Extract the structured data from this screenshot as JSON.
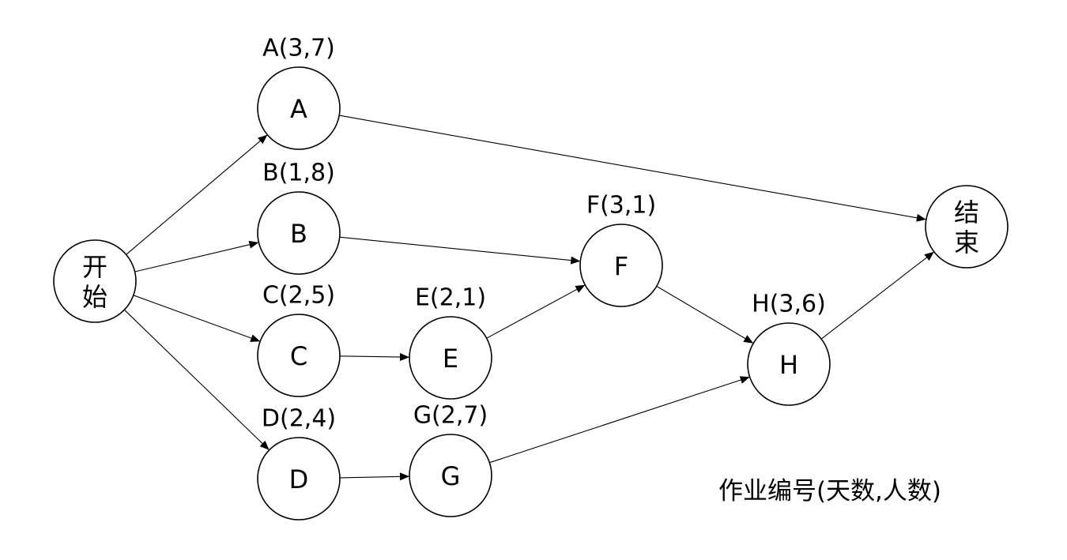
{
  "diagram": {
    "nodes": {
      "start": {
        "label_line1": "开",
        "label_line2": "始"
      },
      "A": {
        "label": "A",
        "annotation": "A(3,7)"
      },
      "B": {
        "label": "B",
        "annotation": "B(1,8)"
      },
      "C": {
        "label": "C",
        "annotation": "C(2,5)"
      },
      "D": {
        "label": "D",
        "annotation": "D(2,4)"
      },
      "E": {
        "label": "E",
        "annotation": "E(2,1)"
      },
      "F": {
        "label": "F",
        "annotation": "F(3,1)"
      },
      "G": {
        "label": "G",
        "annotation": "G(2,7)"
      },
      "H": {
        "label": "H",
        "annotation": "H(3,6)"
      },
      "end": {
        "label_line1": "结",
        "label_line2": "束"
      }
    },
    "edges": [
      {
        "from": "start",
        "to": "A"
      },
      {
        "from": "start",
        "to": "B"
      },
      {
        "from": "start",
        "to": "C"
      },
      {
        "from": "start",
        "to": "D"
      },
      {
        "from": "A",
        "to": "end"
      },
      {
        "from": "B",
        "to": "F"
      },
      {
        "from": "C",
        "to": "E"
      },
      {
        "from": "E",
        "to": "F"
      },
      {
        "from": "D",
        "to": "G"
      },
      {
        "from": "F",
        "to": "H"
      },
      {
        "from": "G",
        "to": "H"
      },
      {
        "from": "H",
        "to": "end"
      }
    ],
    "legend": "作业编号(天数,人数)"
  }
}
